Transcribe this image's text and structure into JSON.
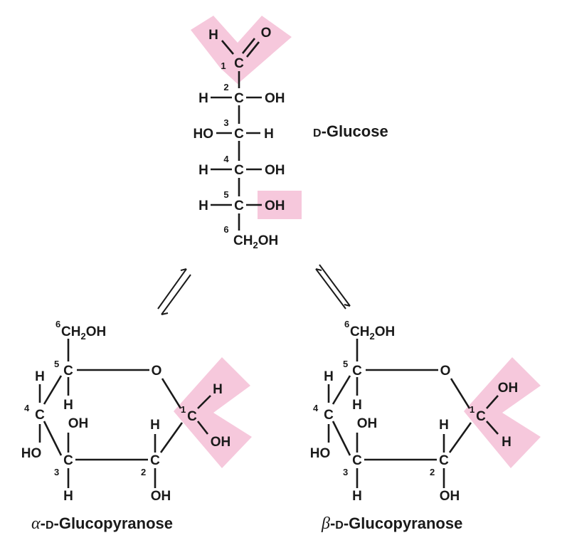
{
  "atoms": {
    "H": "H",
    "O": "O",
    "OH": "OH",
    "HO": "HO",
    "C": "C",
    "CH": "CH",
    "sub2": "2"
  },
  "carbon_numbers": [
    "1",
    "2",
    "3",
    "4",
    "5",
    "6"
  ],
  "glucose": {
    "name_prefix": "D",
    "name_main": "-Glucose"
  },
  "alpha": {
    "greek": "α",
    "name_prefix_dash": "-",
    "name_prefix": "D",
    "name_main": "-Glucopyranose"
  },
  "beta": {
    "greek": "β",
    "name_prefix_dash": "-",
    "name_prefix": "D",
    "name_main": "-Glucopyranose"
  },
  "colors": {
    "highlight": "#f6c8dc",
    "ink": "#1a1a1a"
  }
}
